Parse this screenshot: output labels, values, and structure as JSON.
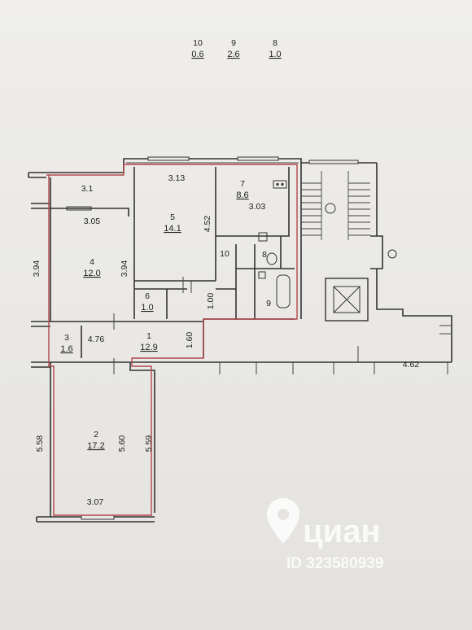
{
  "top_legend": [
    {
      "num": "10",
      "area": "0.6"
    },
    {
      "num": "9",
      "area": "2.6"
    },
    {
      "num": "8",
      "area": "1.0"
    }
  ],
  "rooms": [
    {
      "num": "1",
      "area": "12.9"
    },
    {
      "num": "2",
      "area": "17.2"
    },
    {
      "num": "3",
      "area": "1.6"
    },
    {
      "num": "4",
      "area": "12.0"
    },
    {
      "num": "5",
      "area": "14.1"
    },
    {
      "num": "6",
      "area": "1.0"
    },
    {
      "num": "7",
      "area": "8.6"
    },
    {
      "num_8": "8",
      "num_9": "9",
      "num_10": "10"
    }
  ],
  "dimensions": {
    "d_3_1": "3.1",
    "d_3_13": "3.13",
    "d_3_05": "3.05",
    "d_4_52": "4.52",
    "d_3_03": "3.03",
    "d_3_94_left": "3.94",
    "d_3_94_right": "3.94",
    "d_1_00": "1.00",
    "d_4_76": "4.76",
    "d_1_60": "1.60",
    "d_4_62": "4.62",
    "d_5_58": "5.58",
    "d_5_60": "5.60",
    "d_5_59": "5.59",
    "d_3_07": "3.07"
  },
  "watermark": {
    "brand": "циан",
    "id_text": "ID 323580939"
  }
}
